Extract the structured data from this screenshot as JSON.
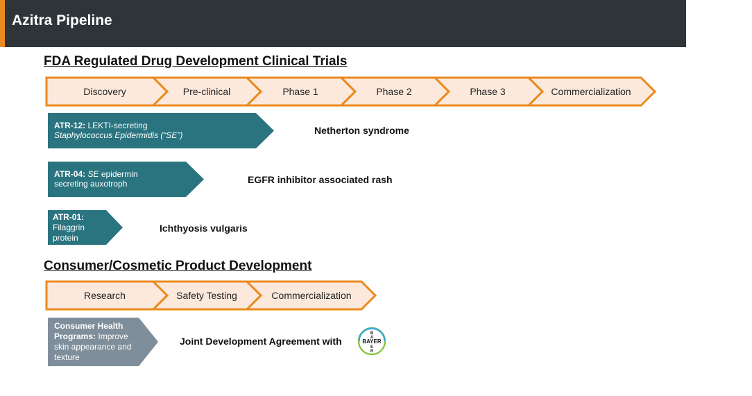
{
  "header": {
    "title": "Azitra Pipeline"
  },
  "fda": {
    "section_title": "FDA Regulated Drug Development Clinical Trials",
    "stages": [
      "Discovery",
      "Pre-clinical",
      "Phase 1",
      "Phase 2",
      "Phase 3",
      "Commercialization"
    ],
    "programs": [
      {
        "name": "ATR-12:",
        "line1_rest": " LEKTI-secreting",
        "line2": "Staphylococcus Epidermidis (“SE”)",
        "indication": "Netherton syndrome"
      },
      {
        "name": "ATR-04:",
        "se": "SE",
        "line1_rest": " epidermin",
        "line2": "secreting auxotroph",
        "indication": "EGFR inhibitor associated rash"
      },
      {
        "name": "ATR-01:",
        "line2": "Filaggrin",
        "line3": "protein",
        "indication": "Ichthyosis vulgaris"
      }
    ]
  },
  "consumer": {
    "section_title": "Consumer/Cosmetic Product Development",
    "stages": [
      "Research",
      "Safety Testing",
      "Commercialization"
    ],
    "program": {
      "name_line1": "Consumer Health",
      "name_line2": "Programs:",
      "rest_line2": " Improve",
      "line3": "skin appearance and",
      "line4": "texture",
      "indication": "Joint Development Agreement with"
    },
    "partner_logo_text": "BAYER"
  },
  "colors": {
    "header_bg": "#2e3438",
    "accent_orange": "#ea8a1e",
    "stage_fill": "#fce9dc",
    "program_teal": "#2a7480",
    "program_grey": "#7f8e9b"
  }
}
